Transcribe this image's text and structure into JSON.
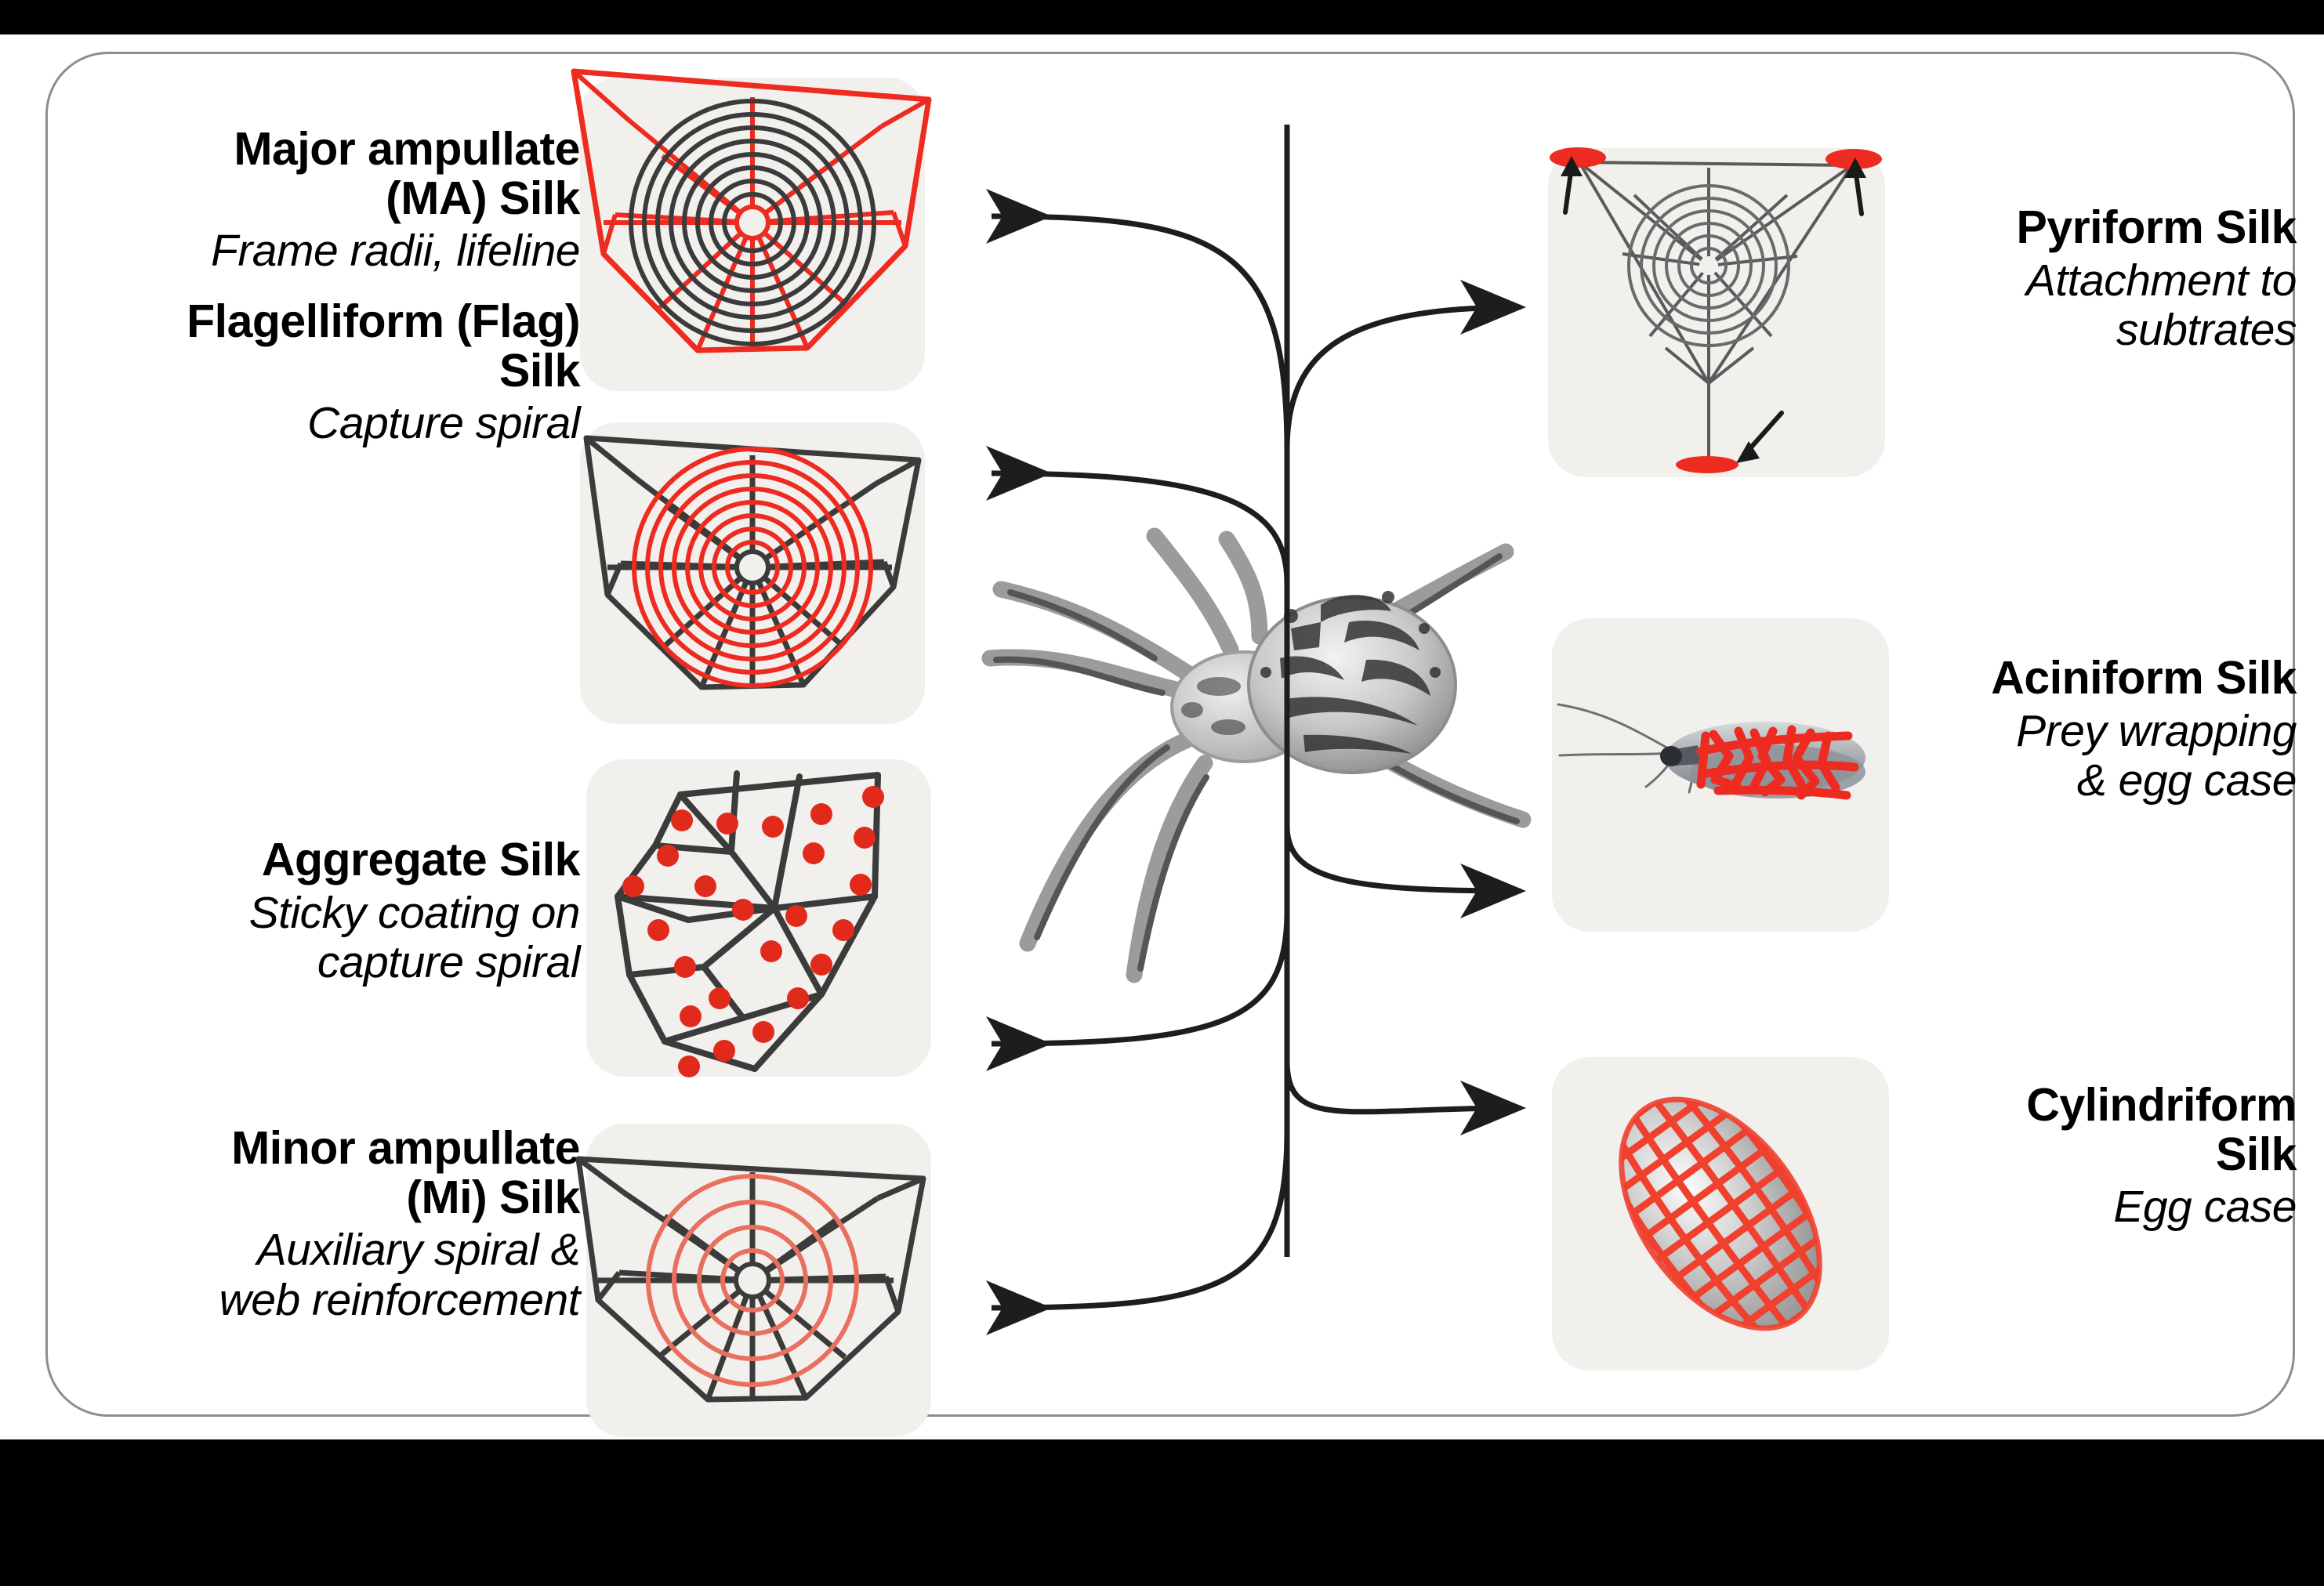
{
  "figure": {
    "kind": "spider-silk-types-diagram",
    "background": "#ffffff",
    "border_color": "#8d8d8d",
    "card_background": "#f2f0ed",
    "accent_red": "#ee2b20",
    "line_black": "#3a3a3a"
  },
  "center": {
    "subject": "orb-weaving spider",
    "image_name": "spider-photograph"
  },
  "left_column": [
    {
      "id": "major-ampullate",
      "title_lines": [
        "Major ampullate",
        "(MA) Silk"
      ],
      "function_lines": [
        "Frame radii, lifeline"
      ],
      "illustration": "orb-web-frame-radii-highlighted",
      "highlight_color": "#ee2b20"
    },
    {
      "id": "flagelliform",
      "title_lines": [
        "Flagelliform (Flag)",
        "Silk"
      ],
      "function_lines": [
        "Capture spiral"
      ],
      "illustration": "orb-web-capture-spiral-highlighted",
      "highlight_color": "#ee2b20"
    },
    {
      "id": "aggregate",
      "title_lines": [
        "Aggregate Silk"
      ],
      "function_lines": [
        "Sticky coating on",
        "capture spiral"
      ],
      "illustration": "web-section-with-glue-droplets",
      "highlight_color": "#e12a1c"
    },
    {
      "id": "minor-ampullate",
      "title_lines": [
        "Minor ampullate",
        "(Mi) Silk"
      ],
      "function_lines": [
        "Auxiliary spiral &",
        "web reinforcement"
      ],
      "illustration": "orb-web-auxiliary-spiral-highlighted",
      "highlight_color": "#e8705f"
    }
  ],
  "right_column": [
    {
      "id": "pyriform",
      "title_lines": [
        "Pyriform Silk"
      ],
      "function_lines": [
        "Attachment to",
        "subtrates"
      ],
      "illustration": "orb-web-with-attachment-discs",
      "highlight_color": "#ee2b20"
    },
    {
      "id": "aciniform",
      "title_lines": [
        "Aciniform Silk"
      ],
      "function_lines": [
        "Prey wrapping",
        "& egg case"
      ],
      "illustration": "wrapped-insect-prey",
      "highlight_color": "#ee2b20"
    },
    {
      "id": "cylindriform",
      "title_lines": [
        "Cylindriform",
        "Silk"
      ],
      "function_lines": [
        "Egg case"
      ],
      "illustration": "egg-case-mesh",
      "highlight_color": "#ee2b20"
    }
  ],
  "connectors": {
    "count": 7,
    "style": "curved-arrow",
    "direction_left": "spider-to-left-panels",
    "direction_right": "spider-to-right-panels"
  }
}
